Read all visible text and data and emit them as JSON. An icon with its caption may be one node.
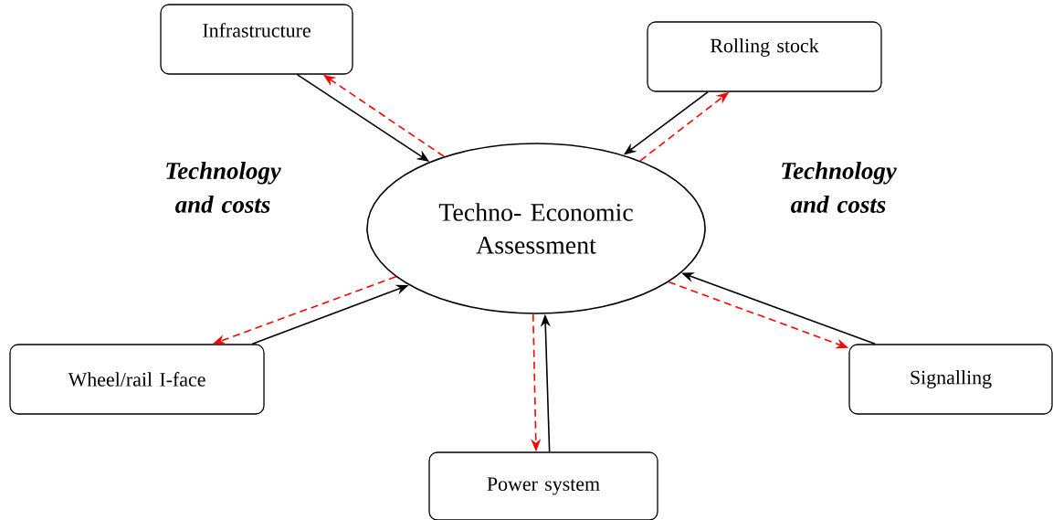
{
  "diagram": {
    "nodes": [
      {
        "text": [
          "Infrastructure"
        ]
      },
      {
        "text": [
          "Rolling stock"
        ]
      },
      {
        "text": [
          "Techno- Economic Assessment"
        ]
      },
      {
        "text": [
          "Wheel/rail I-face"
        ]
      },
      {
        "text": [
          "Signalling"
        ]
      },
      {
        "text": [
          "Power system"
        ]
      }
    ],
    "edges": [
      {
        "from": 0,
        "to": 2,
        "arrow": "to"
      },
      {
        "from": 2,
        "to": 0,
        "arrow": "to",
        "style": "dashed",
        "color": "#ff0000"
      },
      {
        "from": 1,
        "to": 2,
        "arrow": "to"
      },
      {
        "from": 2,
        "to": 1,
        "arrow": "to",
        "style": "dashed",
        "color": "#ff0000"
      },
      {
        "from": 3,
        "to": 2,
        "arrow": "to"
      },
      {
        "from": 2,
        "to": 3,
        "arrow": "to",
        "style": "dashed",
        "color": "#ff0000"
      },
      {
        "from": 4,
        "to": 2,
        "arrow": "to"
      },
      {
        "from": 2,
        "to": 4,
        "arrow": "to",
        "style": "dashed",
        "color": "#ff0000"
      },
      {
        "from": 5,
        "to": 2,
        "arrow": "to"
      },
      {
        "from": 2,
        "to": 5,
        "arrow": "to",
        "style": "dashed",
        "color": "#ff0000"
      }
    ],
    "labels": [
      "Technology and costs",
      "Technology and costs"
    ]
  }
}
